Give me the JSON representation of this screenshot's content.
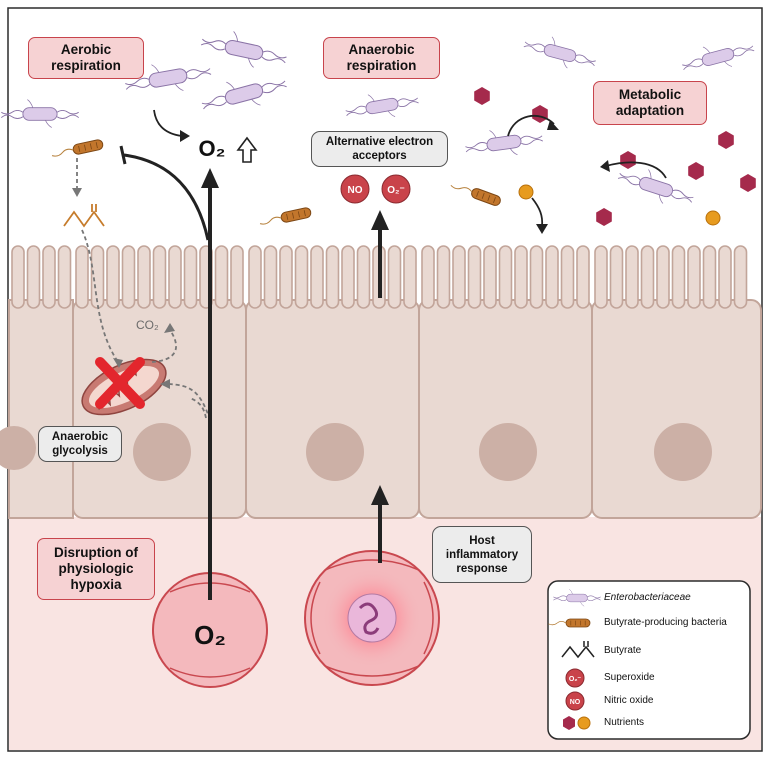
{
  "labels": {
    "aerobic_respiration": "Aerobic respiration",
    "o2_top": "O₂",
    "anaerobic_respiration": "Anaerobic respiration",
    "metabolic_adaptation": "Metabolic adaptation",
    "alternative_electron_acceptors": "Alternative electron acceptors",
    "no": "NO",
    "o2_minus": "O₂⁻",
    "co2": "CO₂",
    "anaerobic_glycolysis": "Anaerobic glycolysis",
    "disruption": "Disruption of physiologic hypoxia",
    "o2_vessel": "O₂",
    "host_inflammatory_response": "Host inflammatory response"
  },
  "legend": {
    "items": [
      {
        "label": "Enterobacteriaceae",
        "icon": "enterobacteriaceae-icon"
      },
      {
        "label": "Butyrate-producing bacteria",
        "icon": "butyrate-producing-bacteria-icon"
      },
      {
        "label": "Butyrate",
        "icon": "butyrate-icon"
      },
      {
        "label": "Superoxide",
        "icon": "superoxide-icon",
        "badge": "O₂⁻"
      },
      {
        "label": "Nitric oxide",
        "icon": "nitric-oxide-icon",
        "badge": "NO"
      },
      {
        "label": "Nutrients",
        "icon": "nutrients-icon"
      }
    ]
  },
  "colors": {
    "label_fill": "#f6d2d3",
    "label_border": "#c8444c",
    "cell": "#e9d9d2",
    "cell_border": "#c2a59a",
    "nucleus": "#ccb0a6",
    "lamina": "#f9e4e2",
    "vessel": "#f4b9bd",
    "vessel_border": "#c9484f",
    "nutrient_hex": "#a52a4c",
    "nutrient_ball": "#e79b1f",
    "enterobacteriaceae": "#d9c7e6",
    "butyrate_bacteria": "#b86d28",
    "cross": "#e3262d"
  }
}
